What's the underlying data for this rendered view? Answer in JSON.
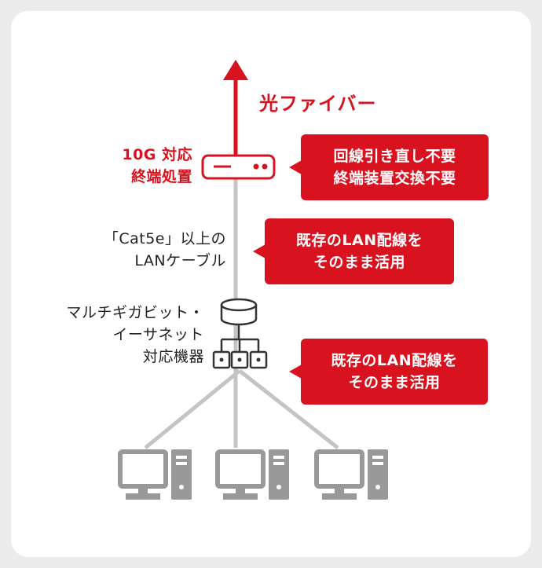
{
  "labels": {
    "fiber": "光ファイバー",
    "onu": "10G 対応\n終端処置",
    "cable": "「Cat5e」以上の\nLANケーブル",
    "switch": "マルチギガビット・\nイーサネット\n対応機器"
  },
  "callouts": [
    "回線引き直し不要\n終端装置交換不要",
    "既存のLAN配線を\nそのまま活用",
    "既存のLAN配線を\nそのまま活用"
  ],
  "colors": {
    "accent": "#d8121f",
    "line": "#c4c4c4",
    "device": "#999999",
    "node_stroke": "#333333"
  }
}
